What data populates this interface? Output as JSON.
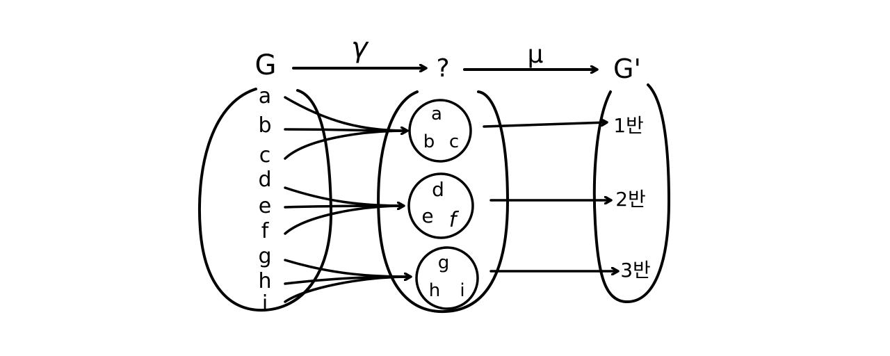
{
  "labels": {
    "G": "G",
    "G_prime": "G'",
    "middle": "?",
    "gamma": "γ",
    "mu": "μ"
  },
  "left_elements": [
    "a",
    "b",
    "c",
    "d",
    "e",
    "f",
    "g",
    "h",
    "i"
  ],
  "groups": [
    {
      "top": "a",
      "bottom_left": "b",
      "bottom_right": "c"
    },
    {
      "top": "d",
      "bottom_left": "e",
      "bottom_right": "f"
    },
    {
      "top": "g",
      "bottom_left": "h",
      "bottom_right": "i"
    }
  ],
  "classes": [
    "1반",
    "2반",
    "3반"
  ]
}
